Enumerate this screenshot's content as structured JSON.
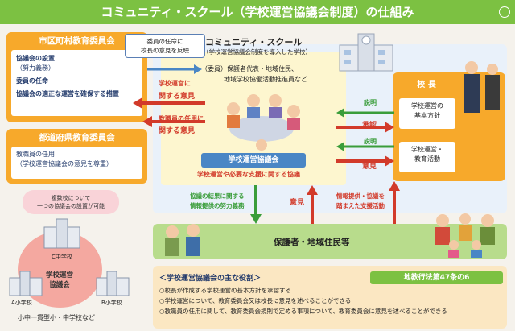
{
  "title": "コミュニティ・スクール（学校運営協議会制度）の仕組み",
  "board": {
    "header": "市区町村教育委員会",
    "items": [
      "協議会の設置",
      "（努力義務）",
      "委員の任命",
      "協議会の適正な運営を確保する措置"
    ]
  },
  "pref_board": {
    "header": "都道府県教育委員会",
    "items": [
      "教職員の任用",
      "（学校運営協議会の意見を尊重）"
    ]
  },
  "callout": "委員の任命に\n校長の意見を反映",
  "school": {
    "title": "コミュニティ・スクール",
    "subtitle": "（学校運営協議会制度を導入した学校）",
    "members": [
      "（委員）保護者代表・地域住民、",
      "地域学校協働活動推進員など"
    ],
    "council_label": "学校運営協議会",
    "council_caption": "学校運営や必要な支援に関する協議"
  },
  "arrows": {
    "school_opinion_1": "学校運営に",
    "school_opinion_2": "関する意見",
    "staff_opinion_1": "教職員の任用に",
    "staff_opinion_2": "関する意見",
    "explain_1": "説明",
    "approve": "承認",
    "explain_2": "説明",
    "opinion_2": "意見",
    "result_1": "協議の結果に関する",
    "result_2": "情報提供の努力義務",
    "opinion_3": "意見",
    "info_1": "情報提供・協議を",
    "info_2": "踏まえた支援活動"
  },
  "principal": {
    "header": "校 長",
    "item1": [
      "学校運営の",
      "基本方針"
    ],
    "item2": [
      "学校運営・",
      "教育活動"
    ]
  },
  "residents": "保護者・地域住民等",
  "roles": {
    "title": "＜学校運営協議会の主な役割＞",
    "law": "地教行法第47条の6",
    "items": [
      "○校長が作成する学校運営の基本方針を承認する",
      "○学校運営について、教育委員会又は校長に意見を述べることができる",
      "○教職員の任用に関して、教育委員会規則で定める事項について、教育委員会に意見を述べることができる"
    ]
  },
  "joint": {
    "bubble": [
      "複数校について",
      "一つの協議会の設置が可能"
    ],
    "center": [
      "学校運営",
      "協議会"
    ],
    "c_school": "C中学校",
    "a_school": "A小学校",
    "b_school": "B小学校",
    "caption": "小中一貫型小・中学校など"
  },
  "colors": {
    "green": "#7cc142",
    "orange": "#f7a92b",
    "red": "#d23a2a",
    "blue": "#4a86c5"
  }
}
